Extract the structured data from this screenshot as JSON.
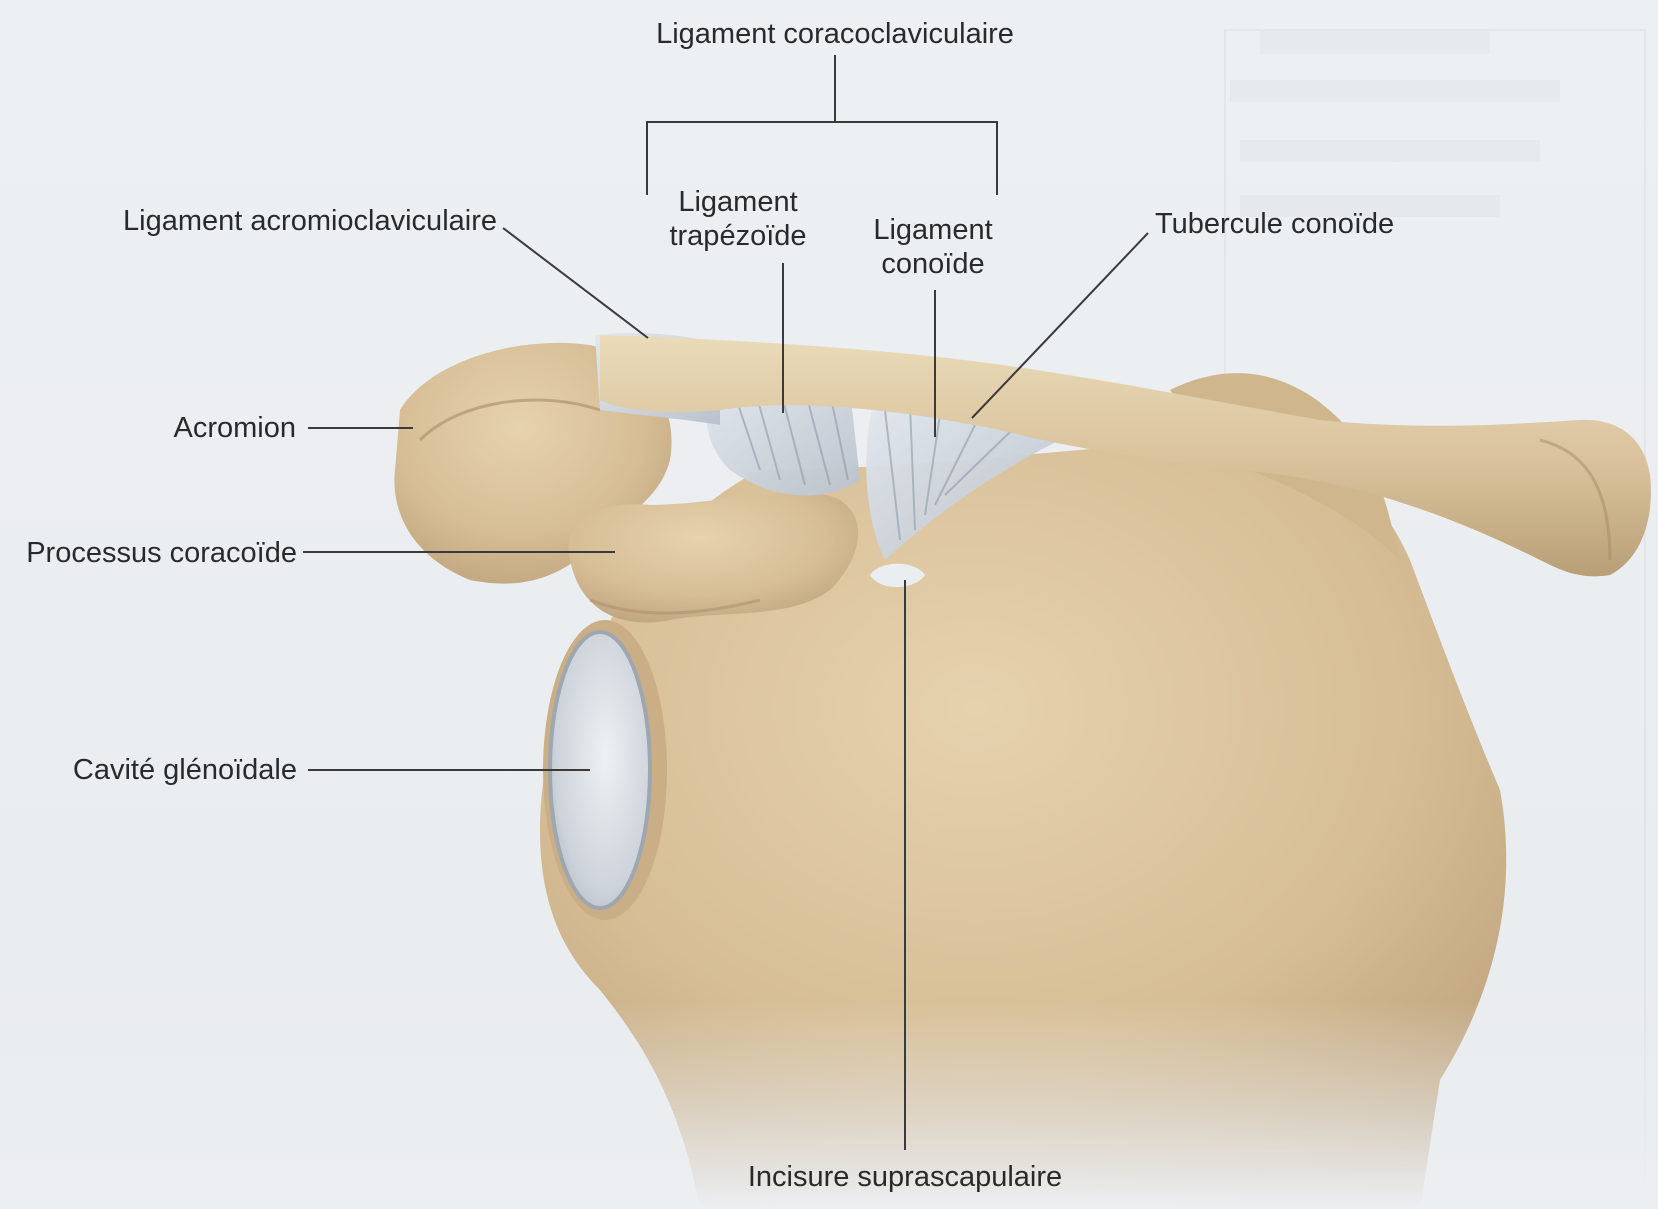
{
  "labels": {
    "coracoclavicular": "Ligament coracoclaviculaire",
    "trapezoid_line1": "Ligament",
    "trapezoid_line2": "trapézoïde",
    "conoid_line1": "Ligament",
    "conoid_line2": "conoïde",
    "acromioclavicular": "Ligament acromioclaviculaire",
    "conoid_tubercle": "Tubercule conoïde",
    "acromion": "Acromion",
    "coracoid_process": "Processus coracoïde",
    "glenoid_cavity": "Cavité glénoïdale",
    "suprascapular_notch": "Incisure suprascapulaire"
  },
  "colors": {
    "bone": "#d9c29c",
    "bone_shadow": "#b89e78",
    "ligament": "#cfd6df",
    "leader_line": "#3a3a3a",
    "background": "#eceff2"
  }
}
